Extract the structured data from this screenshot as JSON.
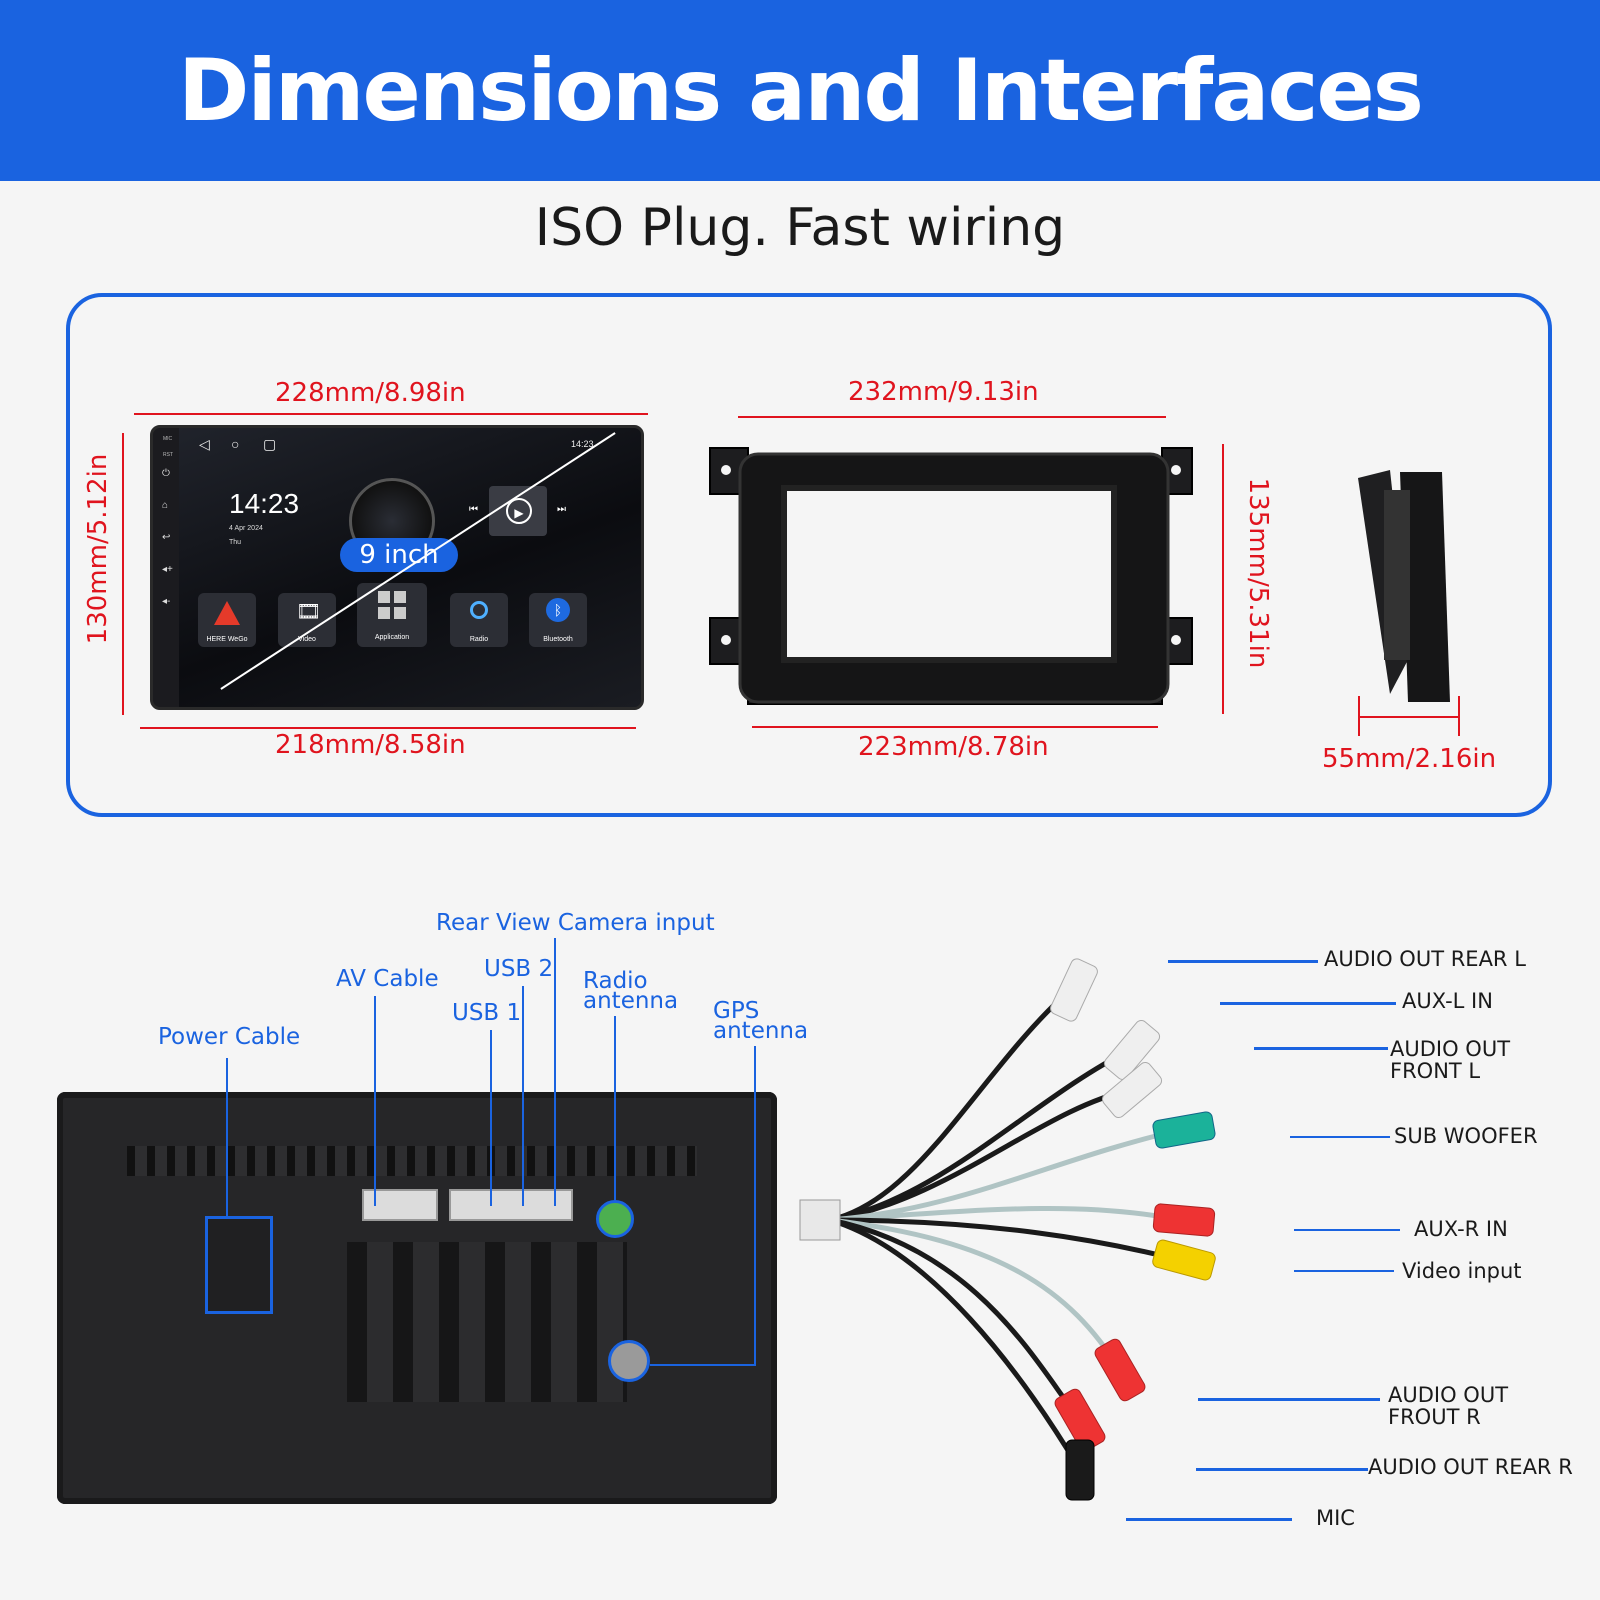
{
  "header": {
    "title": "Dimensions and Interfaces"
  },
  "subtitle": "ISO Plug. Fast wiring",
  "dimensions": {
    "screen_top": "228mm/8.98in",
    "screen_left": "130mm/5.12in",
    "screen_bottom": "218mm/8.58in",
    "frame_top": "232mm/9.13in",
    "frame_right": "135mm/5.31in",
    "frame_bottom": "223mm/8.78in",
    "depth": "55mm/2.16in"
  },
  "screen": {
    "time": "14:23",
    "date": "4 Apr 2024",
    "day": "Thu",
    "status_time": "14:23",
    "badge": "9 inch",
    "side_labels": [
      "MIC",
      "RST"
    ],
    "apps": [
      "HERE WeGo",
      "Video",
      "Application",
      "Radio",
      "Bluetooth"
    ]
  },
  "interfaces": {
    "power_cable": "Power Cable",
    "av_cable": "AV Cable",
    "usb1": "USB 1",
    "usb2": "USB 2",
    "rear_camera": "Rear View Camera input",
    "radio_antenna": [
      "Radio",
      "antenna"
    ],
    "gps_antenna": [
      "GPS",
      "antenna"
    ]
  },
  "wiring": {
    "audio_out_rear_l": "AUDIO OUT REAR L",
    "aux_l_in": "AUX-L IN",
    "audio_out_front_l": [
      "AUDIO OUT",
      "FRONT L"
    ],
    "sub_woofer": "SUB WOOFER",
    "aux_r_in": "AUX-R IN",
    "video_input": "Video input",
    "audio_out_front_r": [
      "AUDIO OUT",
      "FROUT R"
    ],
    "audio_out_rear_r": "AUDIO OUT REAR R",
    "mic": "MIC"
  },
  "colors": {
    "brand_blue": "#1a63e0",
    "dimension_red": "#e0141e"
  }
}
